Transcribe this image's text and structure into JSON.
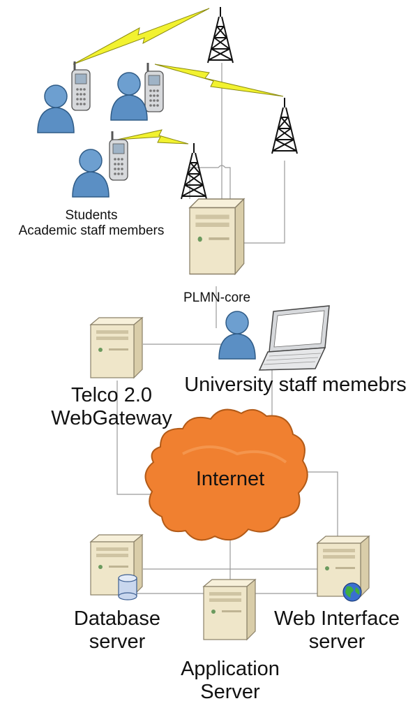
{
  "labels": {
    "users_line1": "Students",
    "users_line2": "Academic staff members",
    "plmn_core": "PLMN-core",
    "university_staff": "University staff memebrs",
    "telco_line1": "Telco 2.0",
    "telco_line2": "WebGateway",
    "internet": "Internet",
    "database_line1": "Database",
    "database_line2": "server",
    "web_line1": "Web Interface",
    "web_line2": "server",
    "app_line1": "Application",
    "app_line2": "Server"
  },
  "colors": {
    "person_fill": "#5b8fc4",
    "person_stroke": "#2f5b86",
    "phone_fill": "#d7d9dc",
    "lightning": "#f2f230",
    "tower": "#111111",
    "server_fill": "#efe6c9",
    "server_stroke": "#8a8068",
    "cloud_fill": "#f08030",
    "cloud_stroke": "#b25a17",
    "connector": "#9a9a9a"
  }
}
